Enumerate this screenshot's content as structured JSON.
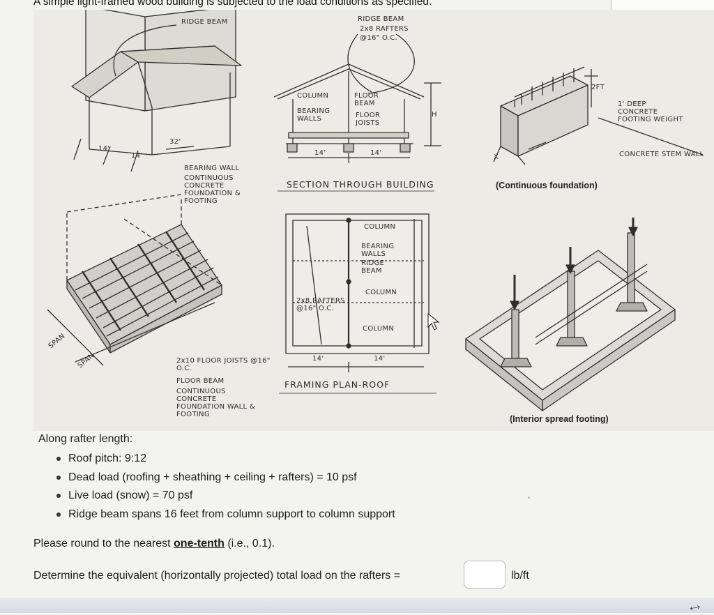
{
  "question": {
    "title": "A simple light-framed wood building is subjected to the load conditions as specified."
  },
  "figure": {
    "captions": {
      "continuous": "(Continuous foundation)",
      "interior": "(Interior spread footing)"
    },
    "section": {
      "ridge_beam": "RIDGE BEAM",
      "rafters": "2x8 RAFTERS",
      "spacing": "@16\" O.C.",
      "column": "COLUMN",
      "floor_beam": "FLOOR BEAM",
      "bearing_walls": "BEARING WALLS",
      "floor_joists": "FLOOR JOISTS",
      "h": "H",
      "dim_left": "14'",
      "dim_right": "14'",
      "label": "SECTION THROUGH BUILDING"
    },
    "isometric": {
      "ridge_beam": "RIDGE BEAM",
      "dim_a": "14'",
      "dim_b": "14'",
      "dim_c": "32'",
      "bearing_wall": "BEARING WALL",
      "foundation": "CONTINUOUS CONCRETE FOUNDATION & FOOTING"
    },
    "floor": {
      "joists": "2x10 FLOOR JOISTS @16\" O.C.",
      "floor_beam": "FLOOR BEAM",
      "foundation": "CONTINUOUS CONCRETE FOUNDATION WALL & FOOTING",
      "span_a": "SPAN",
      "span_b": "SPAN"
    },
    "plan": {
      "column_top": "COLUMN",
      "bearing_walls": "BEARING WALLS",
      "ridge_beam": "RIDGE BEAM",
      "column_mid": "COLUMN",
      "rafters": "2x8 RAFTERS @16\" O.C.",
      "column_low": "COLUMN",
      "dim_a": "14'",
      "dim_b": "14'",
      "label": "FRAMING PLAN-ROOF"
    },
    "foundation": {
      "dim_2ft": "2FT",
      "footing_depth": "1' DEEP CONCRETE FOOTING WEIGHT",
      "stem_wall": "CONCRETE STEM WALL",
      "x": "X"
    }
  },
  "body": {
    "along_label": "Along rafter length:",
    "bullets": [
      "Roof pitch: 9:12",
      "Dead load (roofing + sheathing + ceiling + rafters) = 10 psf",
      "Live load (snow) = 70 psf",
      "Ridge beam spans 16 feet from column support to column support"
    ],
    "round_prefix": "Please round to the nearest ",
    "round_emph": "one-tenth",
    "round_suffix": " (i.e., 0.1).",
    "determine": "Determine the equivalent (horizontally projected) total load on the rafters =",
    "answer_value": "",
    "unit": "lb/ft"
  }
}
